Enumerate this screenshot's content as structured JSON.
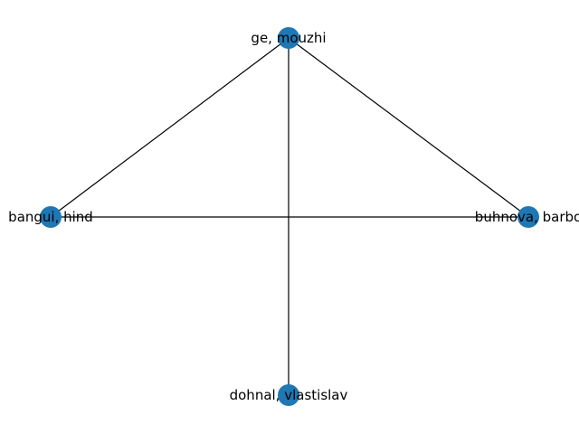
{
  "graph": {
    "node_color": "#1f77b4",
    "edge_color": "#000000",
    "nodes": [
      {
        "id": "ge",
        "label": "ge, mouzhi"
      },
      {
        "id": "bangui",
        "label": "bangui, hind"
      },
      {
        "id": "buhnova",
        "label": "buhnova, barbo"
      },
      {
        "id": "dohnal",
        "label": "dohnal, vlastislav"
      }
    ],
    "edges": [
      {
        "source": "ge",
        "target": "bangui"
      },
      {
        "source": "ge",
        "target": "buhnova"
      },
      {
        "source": "ge",
        "target": "dohnal"
      },
      {
        "source": "bangui",
        "target": "buhnova"
      }
    ]
  }
}
